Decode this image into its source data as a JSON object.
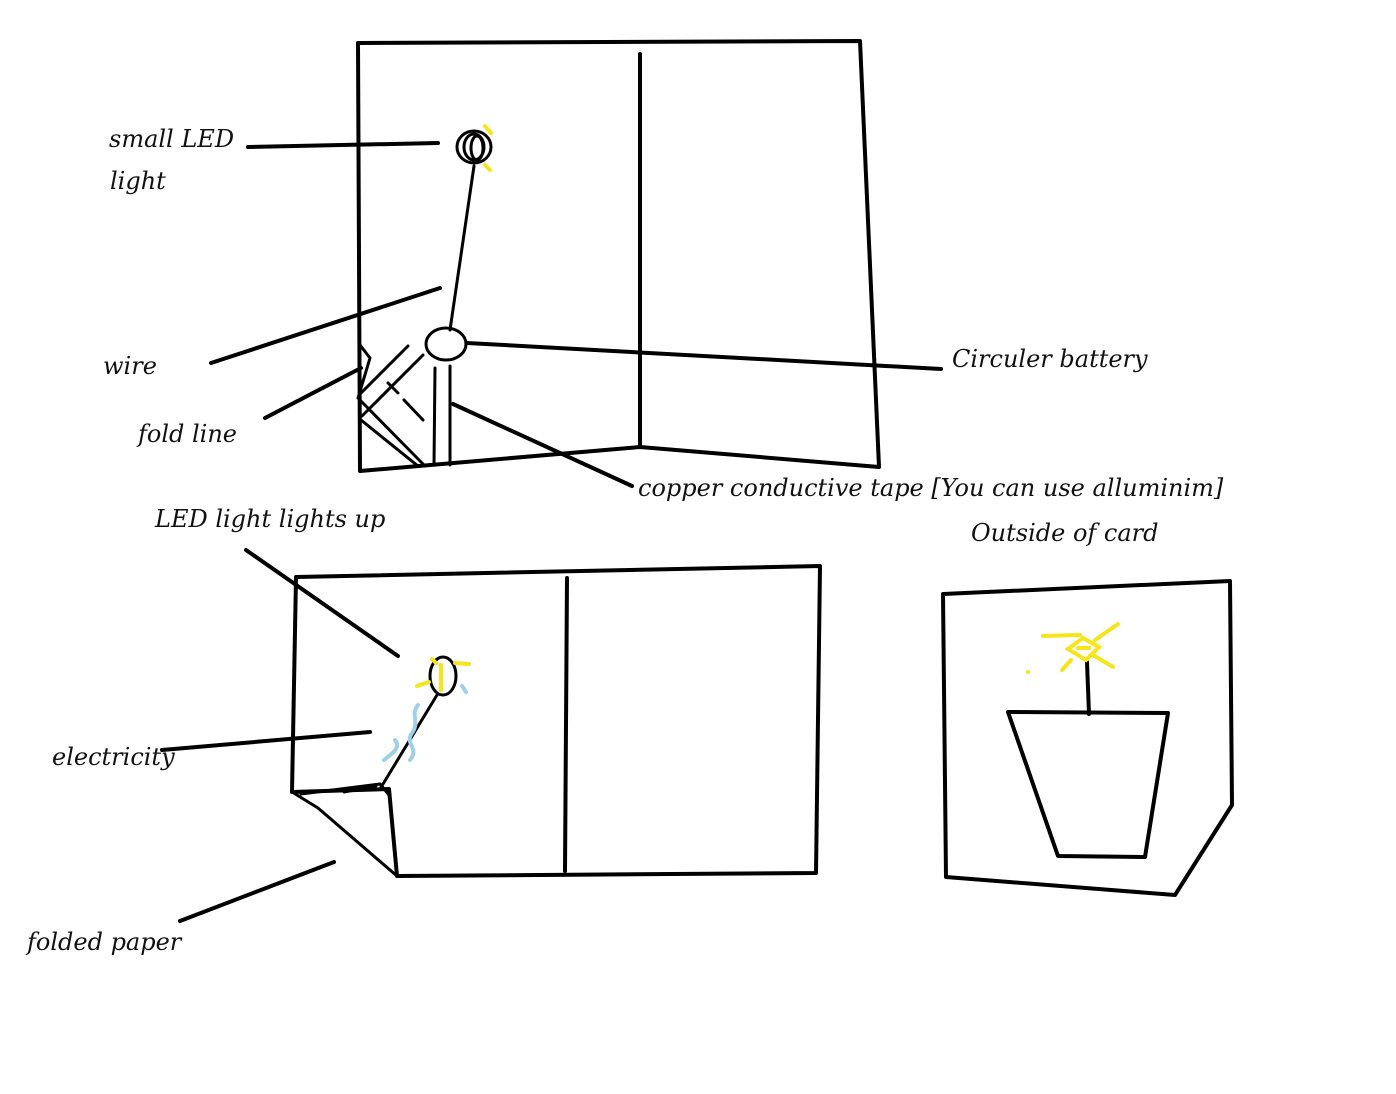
{
  "labels": {
    "small_led_line1": "small LED",
    "small_led_line2": "light",
    "wire": "wire",
    "fold_line": "fold line",
    "circular_battery": "Circuler battery",
    "copper_tape": "copper conductive tape  [You can use alluminim]",
    "led_lights_up": "LED light lights up",
    "outside_of_card": "Outside of card",
    "electricity": "electricity",
    "folded_paper": "folded paper"
  },
  "colors": {
    "ink": "#000000",
    "led_glow": "#f5e51b",
    "electricity": "#9fd0ea"
  }
}
